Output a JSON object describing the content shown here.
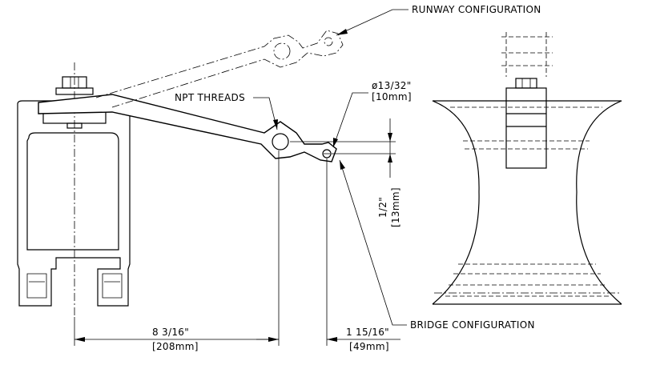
{
  "labels": {
    "runway": "RUNWAY CONFIGURATION",
    "bridge": "BRIDGE CONFIGURATION",
    "npt": "NPT THREADS",
    "hole_dia_in": "ø13/32\"",
    "hole_dia_mm": "[10mm]",
    "offset_in": "1/2\"",
    "offset_mm": "[13mm]",
    "reach_in": "8 3/16\"",
    "reach_mm": "[208mm]",
    "spacing_in": "1 15/16\"",
    "spacing_mm": "[49mm]"
  }
}
